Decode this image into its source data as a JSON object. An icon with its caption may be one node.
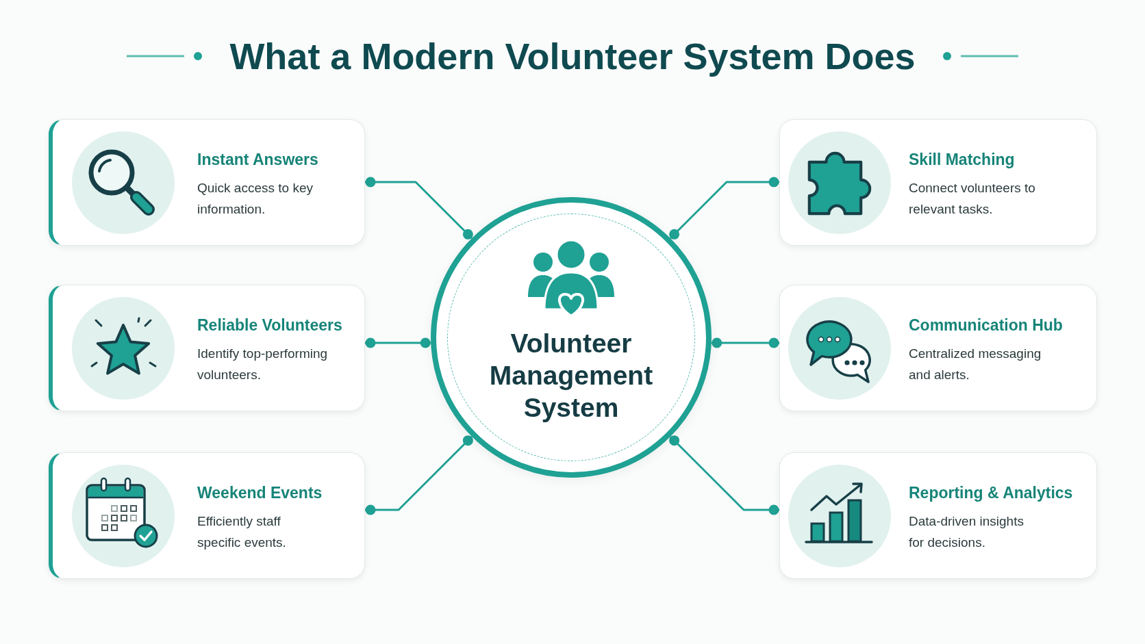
{
  "diagram": {
    "title": "What a Modern Volunteer System Does",
    "nodes": [
      {
        "text": [
          "Instant Answers",
          "Quick access to key information."
        ]
      },
      {
        "text": [
          "Reliable Volunteers",
          "Identify top-performing volunteers."
        ]
      },
      {
        "text": [
          "Weekend Events",
          "Efficiently staff specific events."
        ]
      },
      {
        "text": [
          "Volunteer Management System"
        ]
      },
      {
        "text": [
          "Skill Matching",
          "Connect volunteers to relevant tasks."
        ]
      },
      {
        "text": [
          "Communication Hub",
          "Centralized messaging and alerts."
        ]
      },
      {
        "text": [
          "Reporting & Analytics",
          "Data-driven insights for decisions."
        ]
      }
    ],
    "edges": [
      {
        "from": 3,
        "to": 0,
        "arrow": "other"
      },
      {
        "from": 3,
        "to": 1,
        "arrow": "other"
      },
      {
        "from": 3,
        "to": 2,
        "arrow": "other"
      },
      {
        "from": 3,
        "to": 4,
        "arrow": "other"
      },
      {
        "from": 3,
        "to": 5,
        "arrow": "other"
      },
      {
        "from": 3,
        "to": 6,
        "arrow": "other"
      }
    ]
  }
}
